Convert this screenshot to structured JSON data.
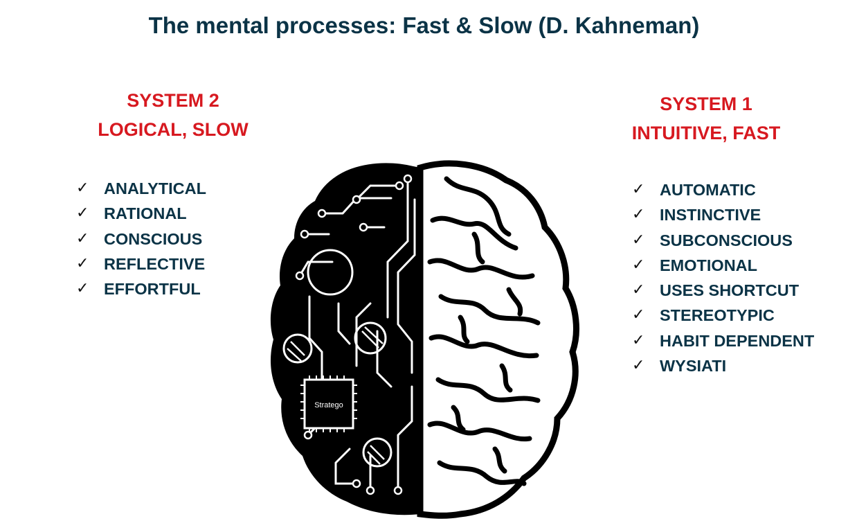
{
  "title": "The mental processes: Fast & Slow (D. Kahneman)",
  "system2": {
    "heading_line1": "SYSTEM 2",
    "heading_line2": "LOGICAL, SLOW",
    "traits": [
      "ANALYTICAL",
      "RATIONAL",
      "CONSCIOUS",
      "REFLECTIVE",
      "EFFORTFUL"
    ]
  },
  "system1": {
    "heading_line1": "SYSTEM 1",
    "heading_line2": "INTUITIVE, FAST",
    "traits": [
      "AUTOMATIC",
      "INSTINCTIVE",
      "SUBCONSCIOUS",
      "EMOTIONAL",
      "USES SHORTCUT",
      "STEREOTYPIC",
      "HABIT DEPENDENT",
      "WYSIATI"
    ]
  },
  "brain": {
    "chip_label": "Stratego",
    "left_icon": "circuit-brain-half-icon",
    "right_icon": "organic-brain-half-icon"
  },
  "colors": {
    "title": "#0b3346",
    "heading": "#d71920",
    "trait_text": "#0b3346",
    "brain_dark": "#000000"
  },
  "icons": {
    "check": "✓"
  }
}
